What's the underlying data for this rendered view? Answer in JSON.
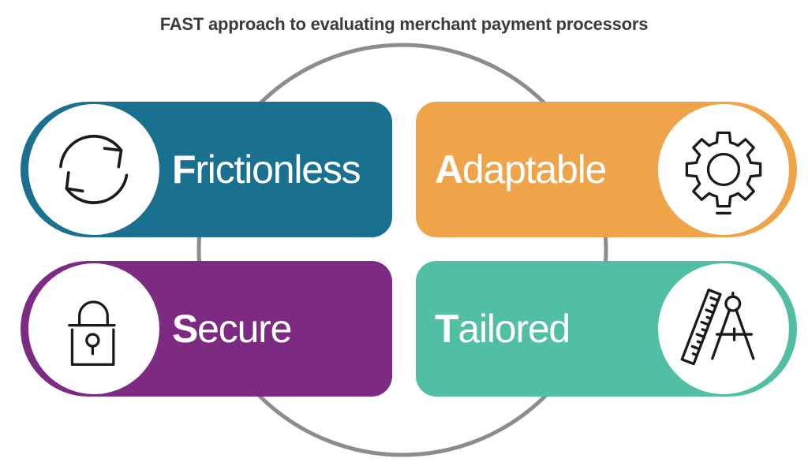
{
  "title": "FAST approach to evaluating merchant payment processors",
  "colors": {
    "background": "#FFFFFF",
    "title_text": "#3D3C3C",
    "card_text": "#FFFFFF",
    "icon_stroke": "#1A1A1A",
    "icon_circle_fill": "#FFFFFF"
  },
  "connector": {
    "shape": "circle",
    "color": "#8C8C8C"
  },
  "cards": [
    {
      "id": "frictionless",
      "initial": "F",
      "rest": "rictionless",
      "label": "Frictionless",
      "color": "#19708F",
      "icon": "sync-arrows-icon",
      "icon_side": "left",
      "position": "top-left"
    },
    {
      "id": "adaptable",
      "initial": "A",
      "rest": "daptable",
      "label": "Adaptable",
      "color": "#F0A44A",
      "icon": "gear-icon",
      "icon_side": "right",
      "position": "top-right"
    },
    {
      "id": "secure",
      "initial": "S",
      "rest": "ecure",
      "label": "Secure",
      "color": "#7D2B82",
      "icon": "padlock-icon",
      "icon_side": "left",
      "position": "bottom-left"
    },
    {
      "id": "tailored",
      "initial": "T",
      "rest": "ailored",
      "label": "Tailored",
      "color": "#50BFA4",
      "icon": "ruler-compass-icon",
      "icon_side": "right",
      "position": "bottom-right"
    }
  ]
}
